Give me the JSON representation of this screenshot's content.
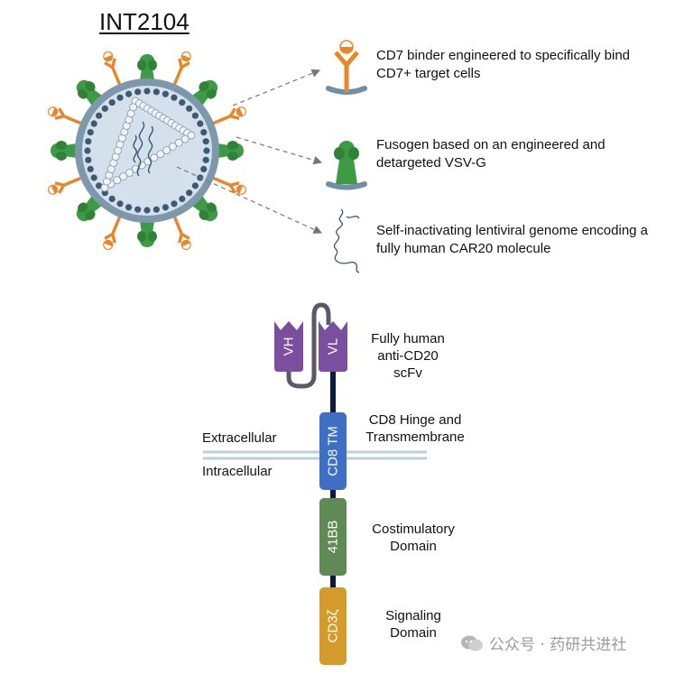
{
  "title": "INT2104",
  "callouts": {
    "binder": "CD7 binder engineered to specifically bind\nCD7+ target cells",
    "fusogen": "Fusogen based on an engineered and\ndetargeted VSV-G",
    "genome": "Self-inactivating lentiviral genome encoding a\nfully human CAR20 molecule"
  },
  "car": {
    "vh": "VH",
    "vl": "VL",
    "tm": "CD8 TM",
    "bb": "41BB",
    "cd3z": "CD3ζ",
    "scfv_label": "Fully human\nanti-CD20\nscFv",
    "hinge_label": "CD8 Hinge and\nTransmembrane",
    "costim_label": "Costimulatory\nDomain",
    "signal_label": "Signaling\nDomain",
    "extracellular": "Extracellular",
    "intracellular": "Intracellular"
  },
  "watermark": "公众号 · 药研共进社",
  "colors": {
    "binder_orange": "#e8872a",
    "fusogen_green": "#3f9a45",
    "membrane_blue": "#6f8fa6",
    "scfv_purple": "#7b4fa0",
    "tm_blue": "#3d6fc4",
    "bb_green": "#5f8a55",
    "cd3z_gold": "#d49a2a"
  }
}
